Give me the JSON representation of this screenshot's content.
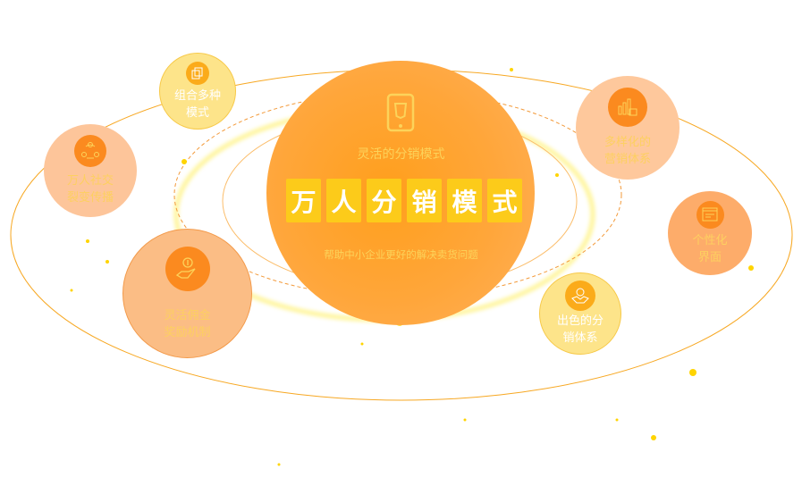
{
  "center": {
    "kicker": "灵活的分销模式",
    "title_chars": [
      "万",
      "人",
      "分",
      "销",
      "模",
      "式"
    ],
    "subtitle": "帮助中小企业更好的解决卖货问题"
  },
  "features": [
    {
      "line1": "组合多种",
      "line2": "模式",
      "icon": "copy-icon"
    },
    {
      "line1": "万人社交",
      "line2": "裂变传播",
      "icon": "people-network-icon"
    },
    {
      "line1": "灵活佣金",
      "line2": "奖励机制",
      "icon": "money-hand-icon"
    },
    {
      "line1": "多样化的",
      "line2": "营销体系",
      "icon": "bar-chart-icon"
    },
    {
      "line1": "个性化",
      "line2": "界面",
      "icon": "interface-icon"
    },
    {
      "line1": "出色的分",
      "line2": "销体系",
      "icon": "handshake-icon"
    }
  ],
  "colors": {
    "accent": "#fb8a1f",
    "yellow": "#fccb1a",
    "text_light": "#fcd35a"
  }
}
